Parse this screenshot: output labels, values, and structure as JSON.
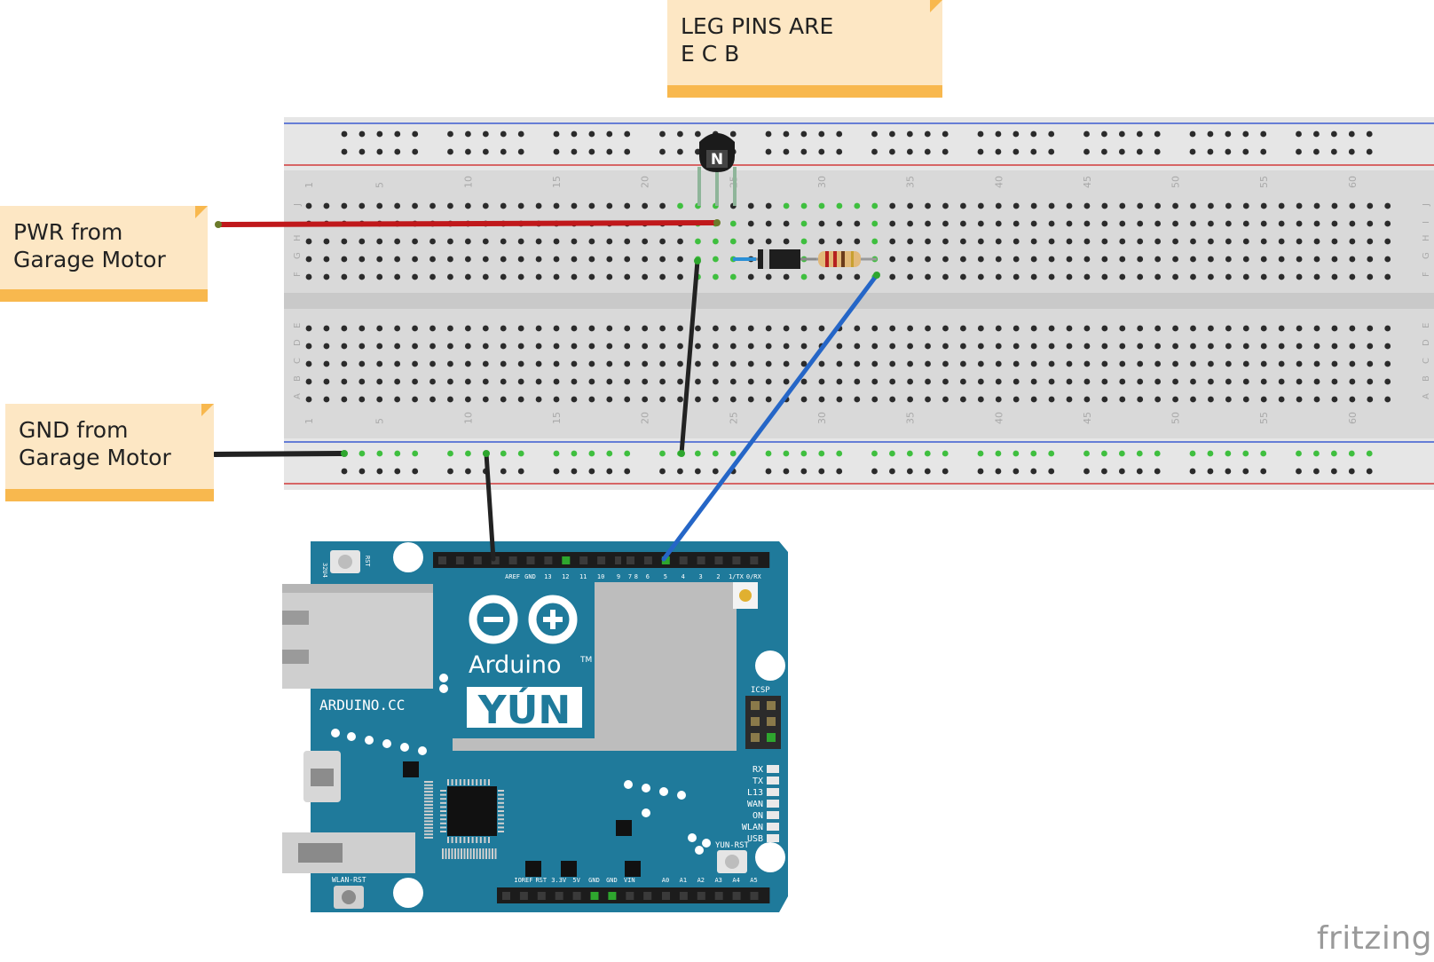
{
  "notes": {
    "legs": "LEG PINS ARE\nE  C  B",
    "pwr": "PWR from\nGarage Motor",
    "gnd": "GND from\nGarage Motor"
  },
  "breadboard": {
    "col_labels": [
      "1",
      "5",
      "10",
      "15",
      "20",
      "25",
      "30",
      "35",
      "40",
      "45",
      "50",
      "55",
      "60"
    ],
    "row_labels_top": [
      "J",
      "I",
      "H",
      "G",
      "F"
    ],
    "row_labels_bottom": [
      "E",
      "D",
      "C",
      "B",
      "A"
    ]
  },
  "transistor": {
    "label": "N"
  },
  "arduino": {
    "site": "ARDUINO.CC",
    "logo_word": "Arduino",
    "tm": "TM",
    "model": "YÚN",
    "header_top_left": [
      "AREF",
      "GND",
      "13",
      "12",
      "11",
      "10",
      "9",
      "8"
    ],
    "header_top_right": [
      "7",
      "6",
      "5",
      "4",
      "3",
      "2",
      "1/TX",
      "0/RX"
    ],
    "header_bottom_power": [
      "IOREF",
      "RST",
      "3.3V",
      "5V",
      "GND",
      "GND",
      "VIN"
    ],
    "header_bottom_analog": [
      "A0",
      "A1",
      "A2",
      "A3",
      "A4",
      "A5"
    ],
    "icsp": "ICSP",
    "leds": [
      "RX",
      "TX",
      "L13",
      "WAN",
      "ON",
      "WLAN",
      "USB"
    ],
    "yun_rst": "YUN-RST",
    "wlan_rst": "WLAN-RST",
    "rst_32u4": "32U4",
    "rst": "RST"
  },
  "brand": "fritzing",
  "colors": {
    "board": "#1f7a9b",
    "wire_red": "#c0181b",
    "wire_blue": "#2566c7",
    "wire_black": "#222222",
    "note_bg": "#fde7c4",
    "note_band": "#f8b84e"
  }
}
